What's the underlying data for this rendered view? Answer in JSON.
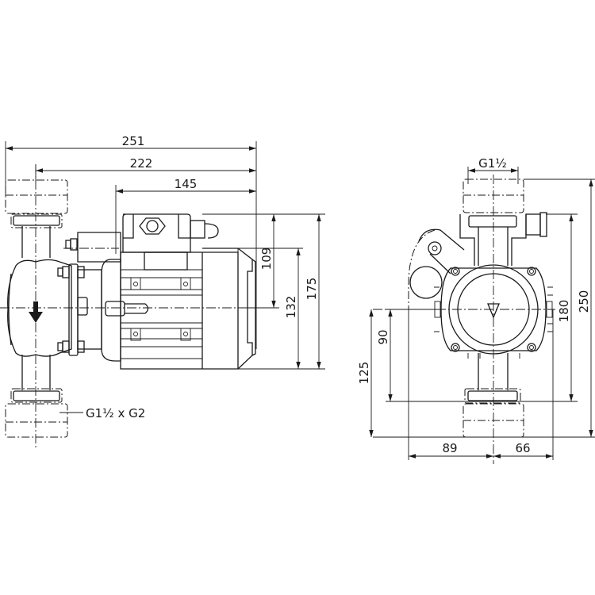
{
  "drawing": {
    "side_view": {
      "dimensions": {
        "overall_length": "251",
        "axis_to_motor_end": "222",
        "motor_length": "145",
        "top_to_axis": "109",
        "axis_to_bottom": "132",
        "total_height": "175"
      },
      "connection_label": "G1½ x G2"
    },
    "front_view": {
      "dimensions": {
        "thread_size": "G1½",
        "flange_to_flange": "180",
        "overall_height": "250",
        "axis_to_bottom_flange": "90",
        "axis_to_bottom_end": "125",
        "left_width": "89",
        "right_width": "66"
      }
    },
    "colors": {
      "line": "#1a1a1a",
      "background": "#ffffff"
    }
  }
}
